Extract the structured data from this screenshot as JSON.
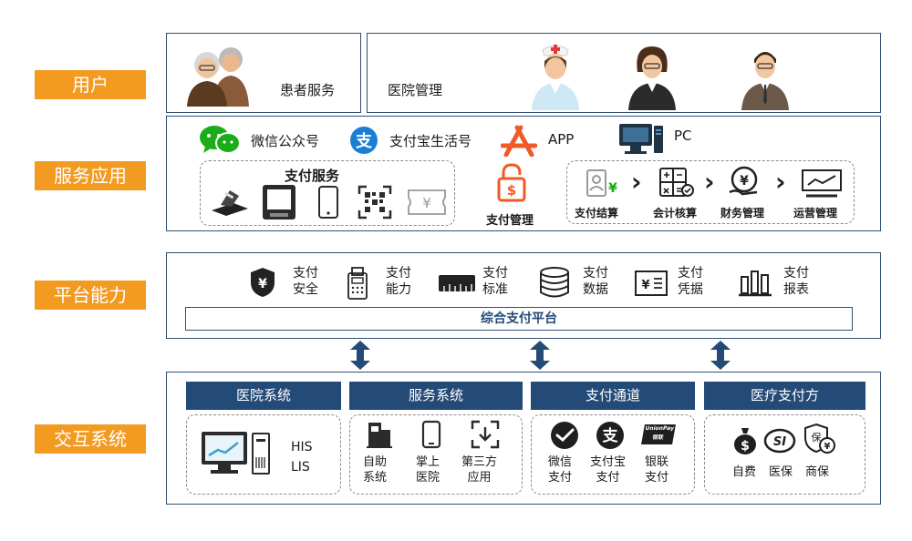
{
  "layers": {
    "user": "用户",
    "service_app": "服务应用",
    "platform": "平台能力",
    "interaction": "交互系统"
  },
  "user_layer": {
    "patient_service": "患者服务",
    "hospital_mgmt": "医院管理"
  },
  "channels": {
    "wechat": "微信公众号",
    "alipay": "支付宝生活号",
    "app": "APP",
    "pc": "PC"
  },
  "payment_services": {
    "title": "支付服务",
    "pay_mgmt": "支付管理"
  },
  "workflow": {
    "settlement": "支付结算",
    "accounting": "会计核算",
    "finance": "财务管理",
    "operations": "运营管理"
  },
  "platform_caps": [
    {
      "line1": "支付",
      "line2": "安全"
    },
    {
      "line1": "支付",
      "line2": "能力"
    },
    {
      "line1": "支付",
      "line2": "标准"
    },
    {
      "line1": "支付",
      "line2": "数据"
    },
    {
      "line1": "支付",
      "line2": "凭据"
    },
    {
      "line1": "支付",
      "line2": "报表"
    }
  ],
  "platform_bar": "综合支付平台",
  "systems": {
    "hospital": {
      "title": "医院系统",
      "his": "HIS",
      "lis": "LIS"
    },
    "service": {
      "title": "服务系统",
      "self": [
        "自助",
        "系统"
      ],
      "mobile": [
        "掌上",
        "医院"
      ],
      "third": [
        "第三方",
        "应用"
      ]
    },
    "channel": {
      "title": "支付通道",
      "wechat": [
        "微信",
        "支付"
      ],
      "alipay": [
        "支付宝",
        "支付"
      ],
      "unionpay": [
        "银联",
        "支付"
      ],
      "unionpay_logo_text": "UnionPay 银联"
    },
    "medical": {
      "title": "医疗支付方",
      "self_pay": "自费",
      "insurance": "医保",
      "commercial": "商保"
    }
  },
  "colors": {
    "orange": "#f39a21",
    "navy": "#244a77",
    "frame": "#2f4f73",
    "wechat_green": "#1aad19",
    "alipay_blue": "#1a7fd4"
  }
}
